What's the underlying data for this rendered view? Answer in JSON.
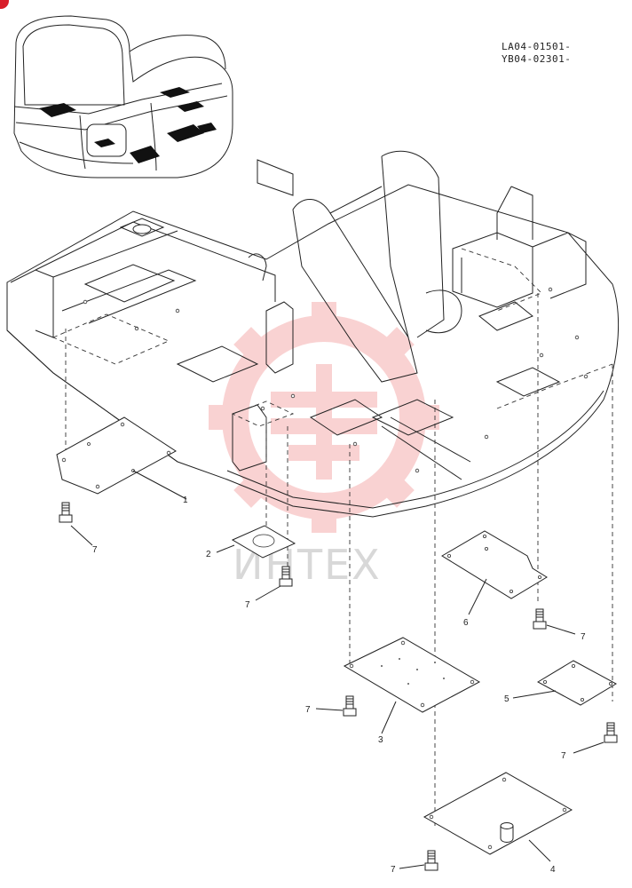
{
  "header": {
    "serial_lines": [
      "LA04-01501-",
      "YB04-02301-"
    ]
  },
  "watermark": {
    "text": "ИНТЕХ",
    "color": "#f2a0a0"
  },
  "callouts": [
    {
      "id": "1",
      "part": "cover-plate-rear"
    },
    {
      "id": "2",
      "part": "small-cover-with-hole"
    },
    {
      "id": "3",
      "part": "cover-plate-center"
    },
    {
      "id": "4",
      "part": "cover-plate-front"
    },
    {
      "id": "5",
      "part": "cover-plate-small-right"
    },
    {
      "id": "6",
      "part": "cover-plate-right"
    },
    {
      "id": "7",
      "part": "bolt"
    }
  ],
  "colors": {
    "badge": "#d81e2a",
    "line": "#222222"
  }
}
